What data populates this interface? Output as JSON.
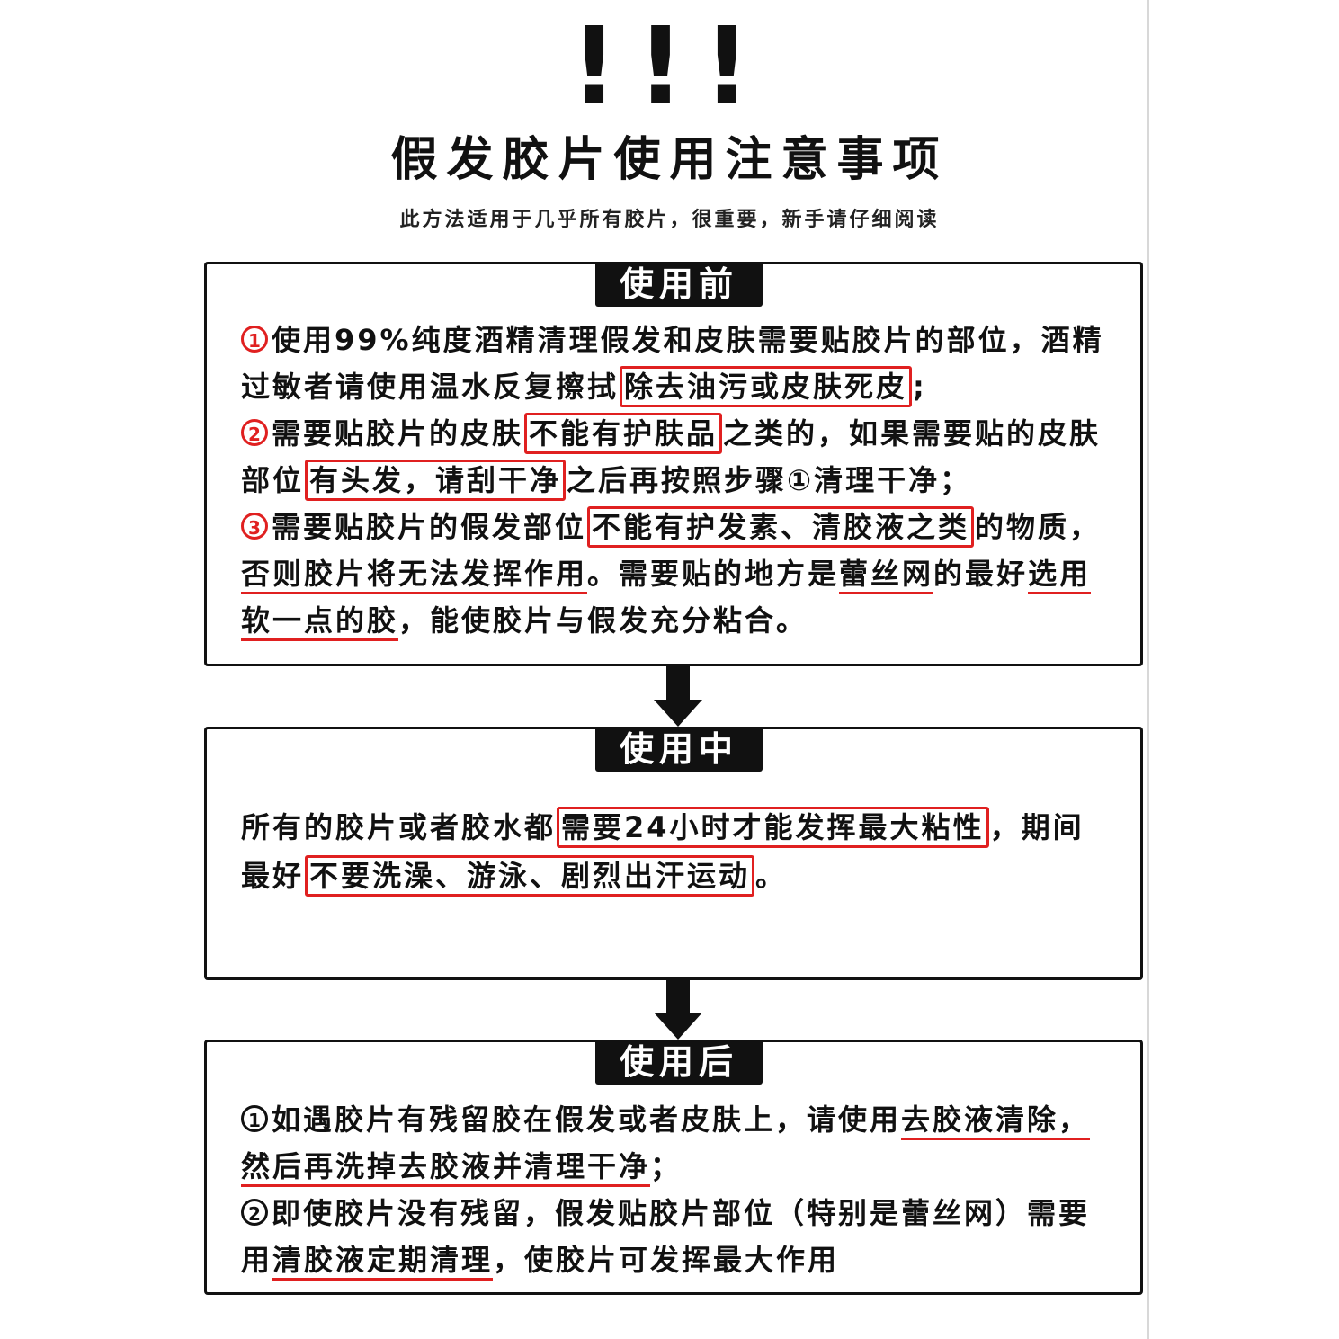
{
  "header": {
    "bangs": "!!!",
    "title": "假发胶片使用注意事项",
    "subtitle": "此方法适用于几乎所有胶片，很重要，新手请仔细阅读"
  },
  "before": {
    "label": "使用前",
    "p1": {
      "num": "1",
      "t1": "使用99%纯度酒精清理假发和皮肤需要贴胶片的部位，酒精过敏者请使用温水反复擦拭",
      "b1": "除去油污或皮肤死皮",
      "t2": ";"
    },
    "p2": {
      "num": "2",
      "t1": "需要贴胶片的皮肤",
      "b1": "不能有护肤品",
      "t2": "之类的，如果需要贴的皮肤部位",
      "b2": "有头发，请刮干净",
      "t3": "之后再按照步骤①清理干净；"
    },
    "p3": {
      "num": "3",
      "t1": "需要贴胶片的假发部位",
      "b1": "不能有护发素、清胶液之类",
      "t2": "的物质，",
      "u1": "否则胶片将无法发挥作用",
      "t3": "。需要贴的地方是",
      "u2": "蕾丝网",
      "t4": "的最好",
      "u3": "选用软一点的胶",
      "t5": "，能使胶片与假发充分粘合。"
    }
  },
  "during": {
    "label": "使用中",
    "t1": "所有的胶片或者胶水都",
    "b1": "需要24小时才能发挥最大粘性",
    "t2": "，期间最好",
    "b2": "不要洗澡、游泳、剧烈出汗运动",
    "t3": "。"
  },
  "after": {
    "label": "使用后",
    "p1": {
      "num": "1",
      "t1": "如遇胶片有残留胶在假发或者皮肤上，请使用",
      "u1": "去胶液清除，然后再洗掉去胶液并清理干净",
      "t2": "；"
    },
    "p2": {
      "num": "2",
      "t1": "即使胶片没有残留，假发贴胶片部位（特别是蕾丝网）需要用",
      "u1": "清胶液定期清理",
      "t2": "，使胶片可发挥最大作用"
    }
  },
  "colors": {
    "highlight": "#e02020",
    "ink": "#111111",
    "background": "#ffffff"
  }
}
